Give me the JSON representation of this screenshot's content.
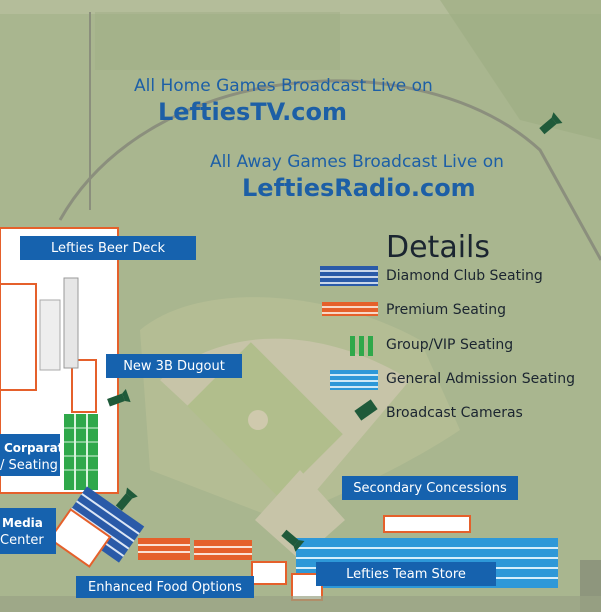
{
  "headlines": {
    "home_line": "All Home Games Broadcast Live on",
    "home_site": "LeftiesTV.com",
    "away_line": "All Away Games Broadcast Live on",
    "away_site": "LeftiesRadio.com"
  },
  "legend": {
    "title": "Details",
    "items": [
      {
        "label": "Diamond Club Seating",
        "color": "#2a5aa8",
        "icon": "stripes-icon"
      },
      {
        "label": "Premium Seating",
        "color": "#e5602b",
        "icon": "stripes-icon"
      },
      {
        "label": "Group/VIP Seating",
        "color": "#2fa84a",
        "icon": "bars-icon"
      },
      {
        "label": "General Admission Seating",
        "color": "#2e98d8",
        "icon": "stripes-icon"
      },
      {
        "label": "Broadcast Cameras",
        "color": "#1f5a3a",
        "icon": "camera-icon"
      }
    ]
  },
  "areas": {
    "beer_deck": "Lefties Beer Deck",
    "dugout": "New 3B Dugout",
    "corporate_1": "Corparate",
    "corporate_2": "/ Seating",
    "media_1": "Media",
    "media_2": "Center",
    "secondary_concessions": "Secondary Concessions",
    "food": "Enhanced Food Options",
    "team_store": "Lefties Team Store"
  },
  "colors": {
    "label_bg": "#1662ae",
    "grass": "#a9b68f",
    "infield_dirt": "#c7c4a8",
    "building_outline": "#e5602b"
  }
}
